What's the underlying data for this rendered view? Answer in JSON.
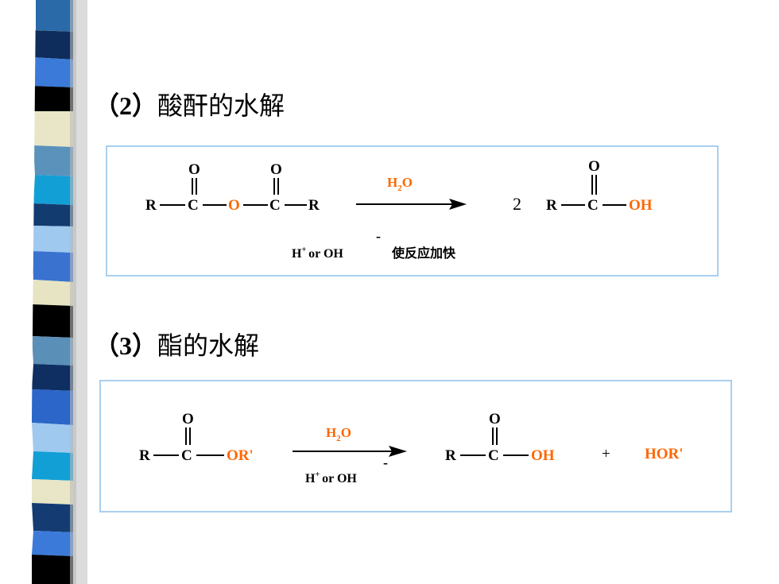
{
  "section2": {
    "number": "（2）",
    "title": "酸酐的水解",
    "eq": {
      "R": "R",
      "C": "C",
      "O": "O",
      "OH": "OH",
      "bridge_O": "O",
      "H": "H",
      "sub2": "2",
      "reagent_O": "O",
      "coef": "2",
      "H_plus": "H",
      "plus_sign": "+",
      "or_oh": "or OH",
      "minus_sign": "-",
      "note": "使反应加快"
    }
  },
  "section3": {
    "number": "（3）",
    "title": "酯的水解",
    "eq": {
      "R": "R",
      "C": "C",
      "O": "O",
      "ORp": "OR'",
      "OH": "OH",
      "H": "H",
      "sub2": "2",
      "reagent_O": "O",
      "H_plus": "H",
      "plus_sign": "+",
      "or_oh": "or OH",
      "minus_sign": "-",
      "plus": "+",
      "HORp": "HOR'"
    }
  },
  "colors": {
    "accent": "#ff6600",
    "box_border": "#a9cfef",
    "stripe_colors": [
      "#1f3a68",
      "#4a90c8",
      "#0a2b5e",
      "#3a6fd8",
      "#000000",
      "#e8e6c8",
      "#5a8fb8",
      "#12a0d8",
      "#143c72",
      "#9ec8f0",
      "#222222"
    ]
  }
}
